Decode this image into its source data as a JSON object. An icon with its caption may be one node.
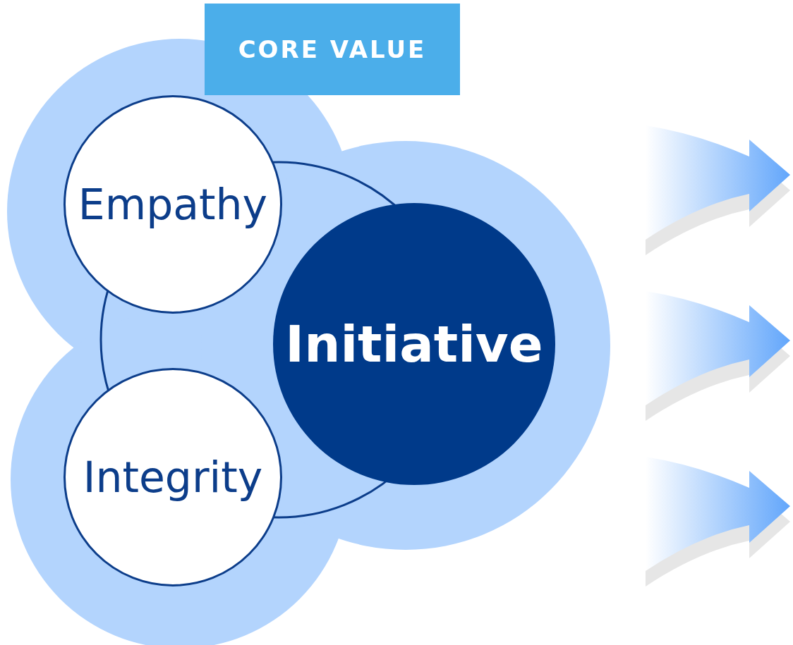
{
  "diagram": {
    "nodes": [
      {
        "text": [
          "CORE VALUE"
        ]
      },
      {
        "text": [
          "Empathy"
        ]
      },
      {
        "text": [
          "Initiative"
        ]
      },
      {
        "text": [
          "Integrity"
        ]
      }
    ]
  }
}
